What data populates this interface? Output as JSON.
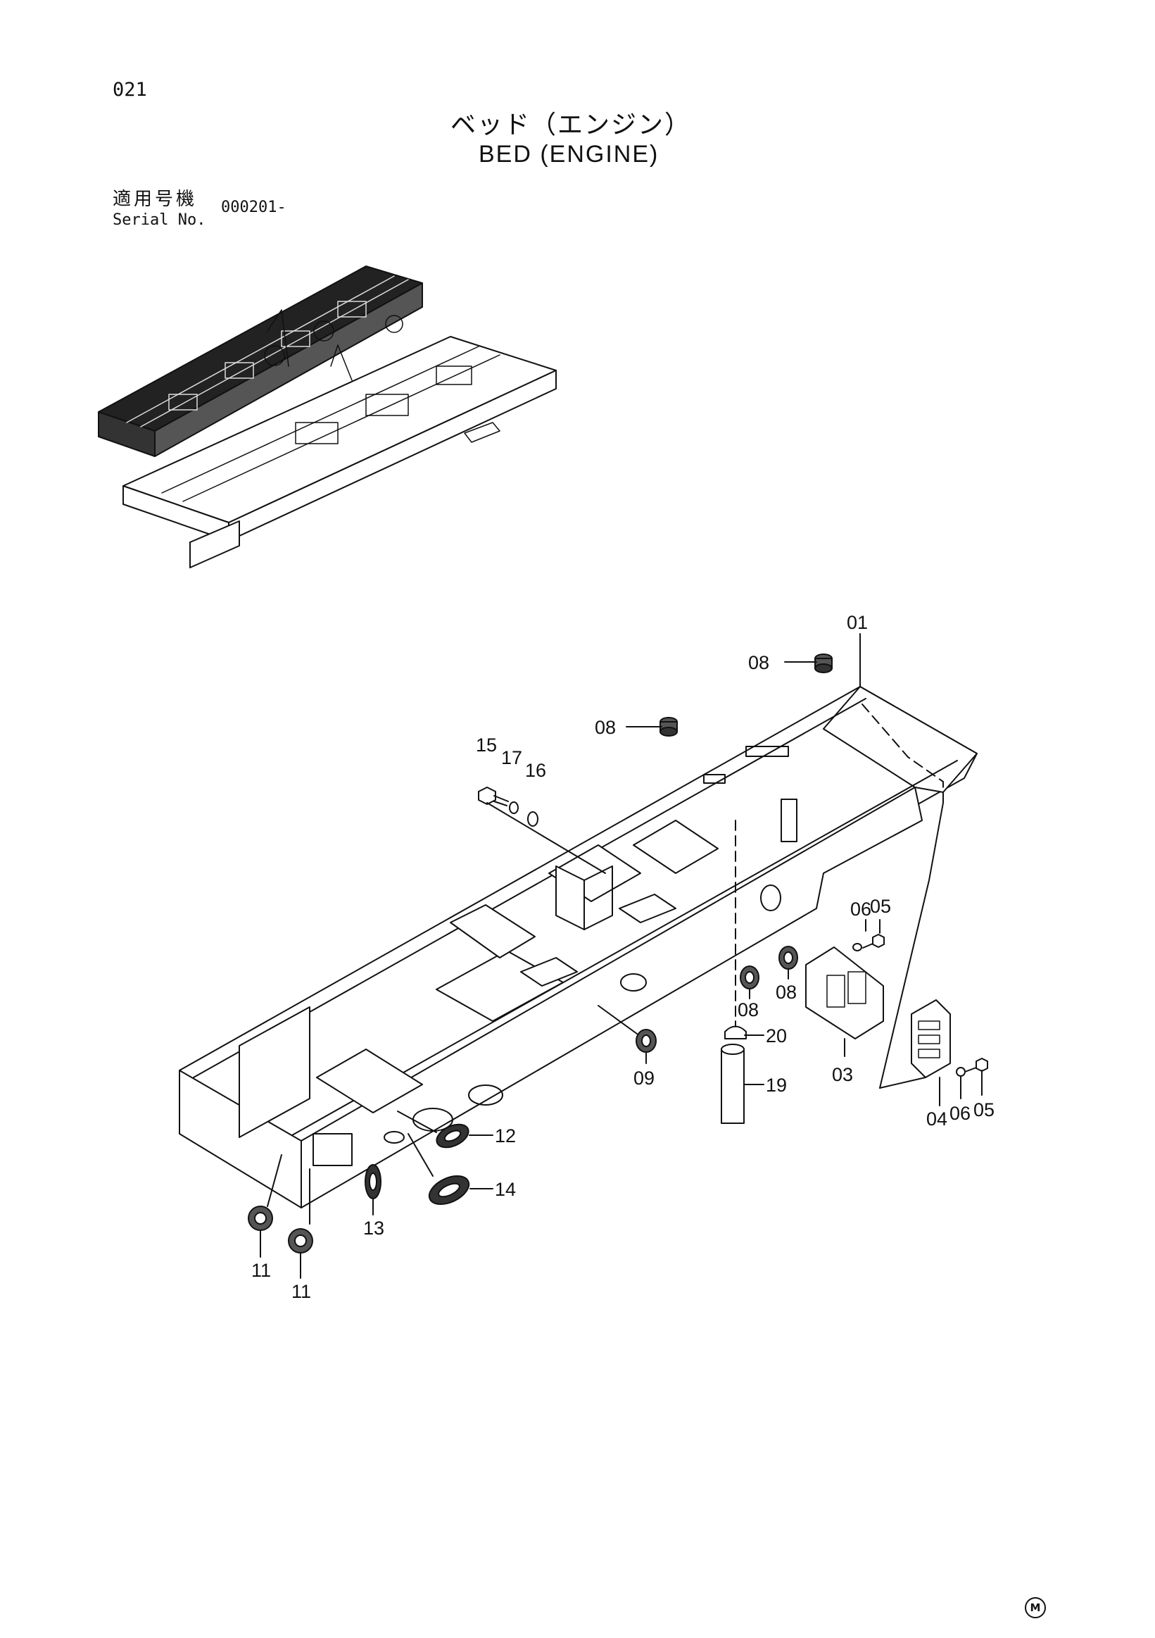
{
  "page": {
    "number": "021",
    "title_jp": "ベッド（エンジン）",
    "title_en": "BED (ENGINE)",
    "serial_label_jp": "適用号機",
    "serial_label_en": "Serial No.",
    "serial_value": "000201-",
    "corner_mark": "M"
  },
  "callouts": [
    {
      "id": "01",
      "label": "01",
      "part": "bed-frame"
    },
    {
      "id": "08a",
      "label": "08",
      "part": "grommet-top-right"
    },
    {
      "id": "08b",
      "label": "08",
      "part": "grommet-top-center"
    },
    {
      "id": "15",
      "label": "15",
      "part": "bolt"
    },
    {
      "id": "17",
      "label": "17",
      "part": "lock-washer"
    },
    {
      "id": "16",
      "label": "16",
      "part": "washer"
    },
    {
      "id": "06a",
      "label": "06",
      "part": "washer-upper"
    },
    {
      "id": "05a",
      "label": "05",
      "part": "bolt-upper"
    },
    {
      "id": "08c",
      "label": "08",
      "part": "grommet-side-a"
    },
    {
      "id": "08d",
      "label": "08",
      "part": "grommet-side-b"
    },
    {
      "id": "20",
      "label": "20",
      "part": "clamp"
    },
    {
      "id": "09",
      "label": "09",
      "part": "grommet-side"
    },
    {
      "id": "19",
      "label": "19",
      "part": "pipe"
    },
    {
      "id": "03",
      "label": "03",
      "part": "cover-plate"
    },
    {
      "id": "04",
      "label": "04",
      "part": "cover-plate-outer"
    },
    {
      "id": "06b",
      "label": "06",
      "part": "washer-lower"
    },
    {
      "id": "05b",
      "label": "05",
      "part": "bolt-lower"
    },
    {
      "id": "12",
      "label": "12",
      "part": "oval-grommet-a"
    },
    {
      "id": "14",
      "label": "14",
      "part": "oval-grommet-b"
    },
    {
      "id": "13",
      "label": "13",
      "part": "oval-grommet-c"
    },
    {
      "id": "11a",
      "label": "11",
      "part": "round-grommet-a"
    },
    {
      "id": "11b",
      "label": "11",
      "part": "round-grommet-b"
    }
  ]
}
